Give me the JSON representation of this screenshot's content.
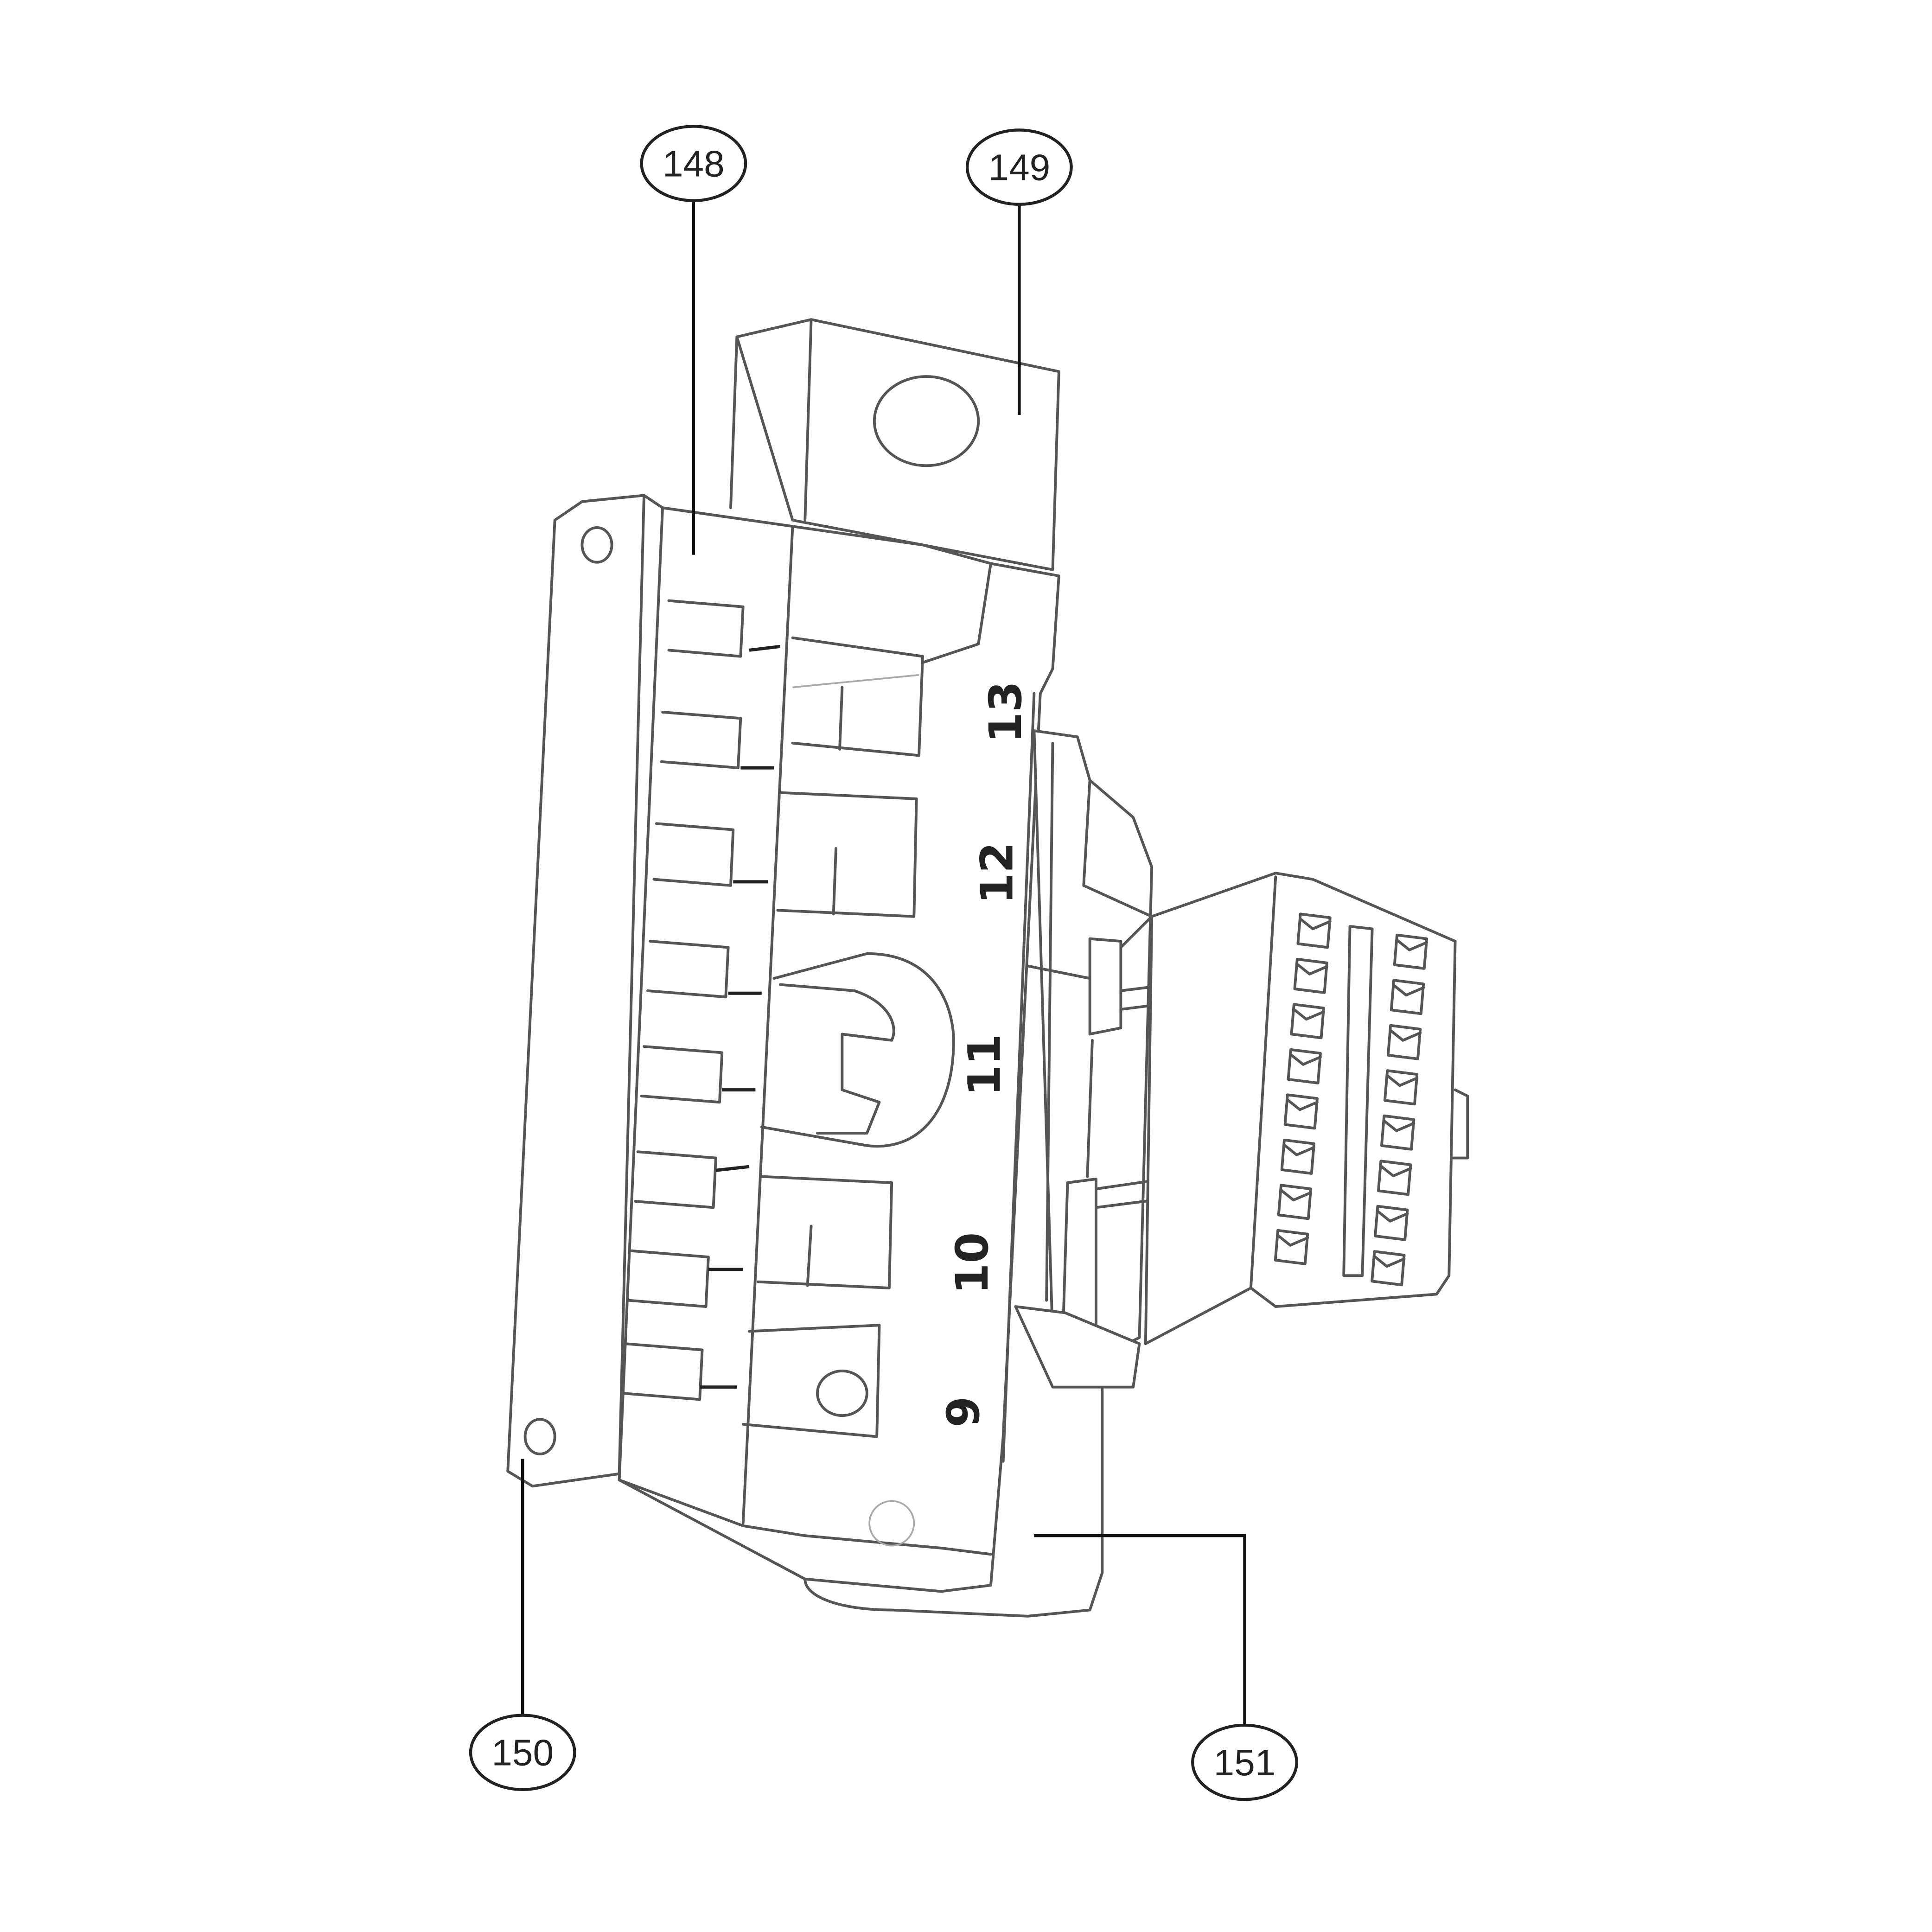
{
  "diagram": {
    "type": "exploded parts drawing",
    "subject": "connector / fuse block assembly",
    "callouts": [
      {
        "label": "148"
      },
      {
        "label": "149"
      },
      {
        "label": "150"
      },
      {
        "label": "151"
      }
    ],
    "position_numbers": [
      "13",
      "12",
      "11",
      "10",
      "9"
    ],
    "connector_pin_columns": 2,
    "connector_pins_per_column": 8,
    "colors": {
      "line": "#555555",
      "leader": "#111111",
      "background": "#ffffff"
    }
  }
}
